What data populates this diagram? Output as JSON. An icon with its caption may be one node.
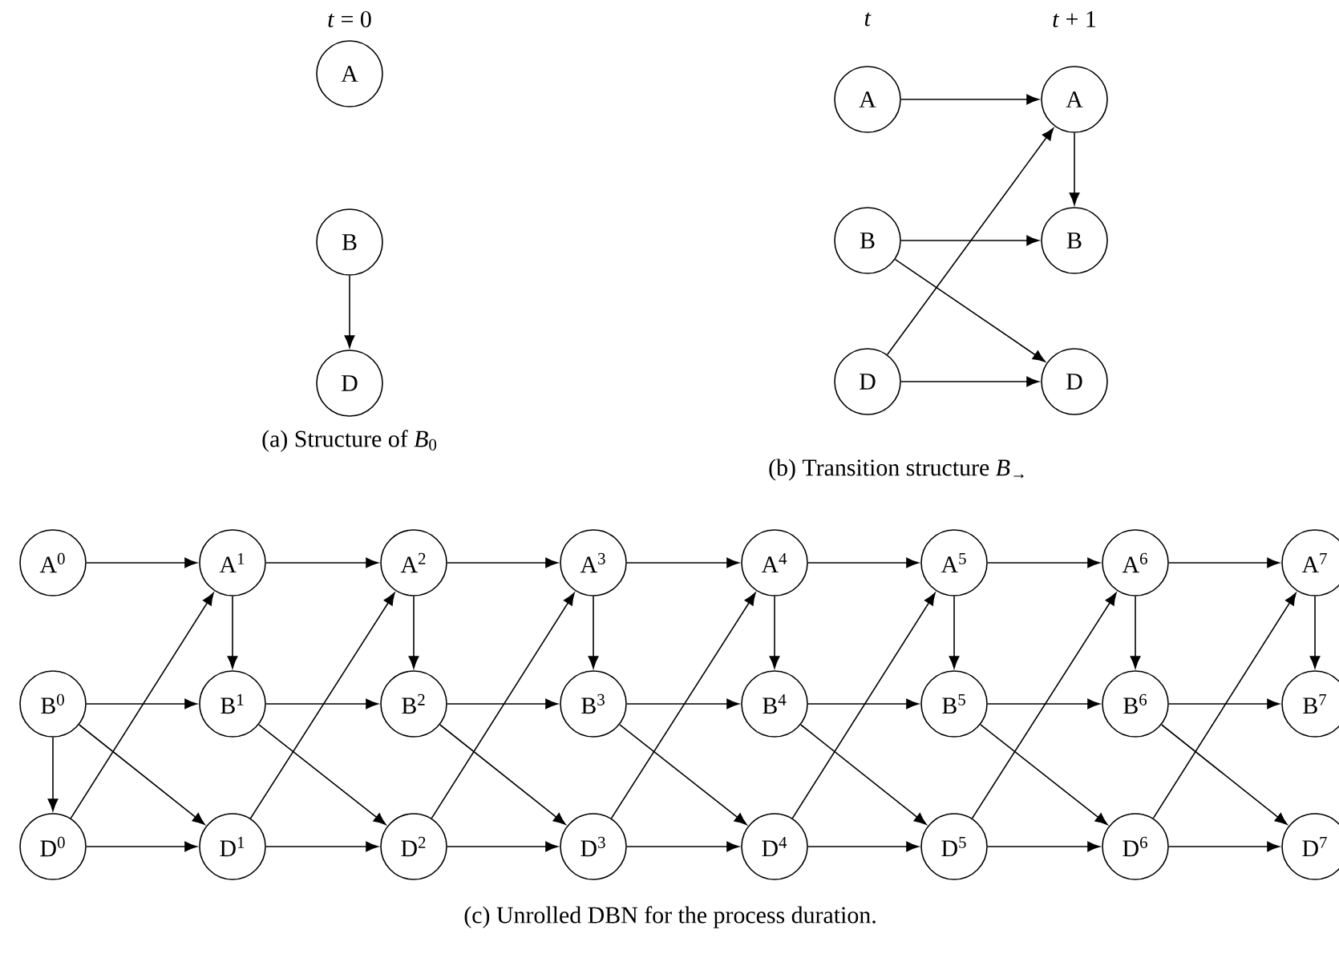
{
  "diagram": {
    "nodes": [
      {
        "text": [
          "A"
        ]
      },
      {
        "text": [
          "B"
        ]
      },
      {
        "text": [
          "D"
        ]
      },
      {
        "text": [
          "A"
        ]
      },
      {
        "text": [
          "A"
        ]
      },
      {
        "text": [
          "B"
        ]
      },
      {
        "text": [
          "B"
        ]
      },
      {
        "text": [
          "D"
        ]
      },
      {
        "text": [
          "D"
        ]
      },
      {
        "text": [
          "A$^{0}$"
        ]
      },
      {
        "text": [
          "A$^{1}$"
        ]
      },
      {
        "text": [
          "A$^{2}$"
        ]
      },
      {
        "text": [
          "A$^{3}$"
        ]
      },
      {
        "text": [
          "A$^{4}$"
        ]
      },
      {
        "text": [
          "A$^{5}$"
        ]
      },
      {
        "text": [
          "A$^{6}$"
        ]
      },
      {
        "text": [
          "A$^{7}$"
        ]
      },
      {
        "text": [
          "B$^{0}$"
        ]
      },
      {
        "text": [
          "B$^{1}$"
        ]
      },
      {
        "text": [
          "B$^{2}$"
        ]
      },
      {
        "text": [
          "B$^{3}$"
        ]
      },
      {
        "text": [
          "B$^{4}$"
        ]
      },
      {
        "text": [
          "B$^{5}$"
        ]
      },
      {
        "text": [
          "B$^{6}$"
        ]
      },
      {
        "text": [
          "B$^{7}$"
        ]
      },
      {
        "text": [
          "D$^{0}$"
        ]
      },
      {
        "text": [
          "D$^{1}$"
        ]
      },
      {
        "text": [
          "D$^{2}$"
        ]
      },
      {
        "text": [
          "D$^{3}$"
        ]
      },
      {
        "text": [
          "D$^{4}$"
        ]
      },
      {
        "text": [
          "D$^{5}$"
        ]
      },
      {
        "text": [
          "D$^{6}$"
        ]
      },
      {
        "text": [
          "D$^{7}$"
        ]
      }
    ],
    "edges": [
      {
        "from": 1,
        "to": 2,
        "arrow": "to"
      },
      {
        "from": 3,
        "to": 4,
        "arrow": "to"
      },
      {
        "from": 4,
        "to": 6,
        "arrow": "to"
      },
      {
        "from": 5,
        "to": 6,
        "arrow": "to"
      },
      {
        "from": 5,
        "to": 8,
        "arrow": "to"
      },
      {
        "from": 7,
        "to": 4,
        "arrow": "to"
      },
      {
        "from": 7,
        "to": 8,
        "arrow": "to"
      },
      {
        "from": 9,
        "to": 10,
        "arrow": "to"
      },
      {
        "from": 10,
        "to": 11,
        "arrow": "to"
      },
      {
        "from": 11,
        "to": 12,
        "arrow": "to"
      },
      {
        "from": 12,
        "to": 13,
        "arrow": "to"
      },
      {
        "from": 13,
        "to": 14,
        "arrow": "to"
      },
      {
        "from": 14,
        "to": 15,
        "arrow": "to"
      },
      {
        "from": 15,
        "to": 16,
        "arrow": "to"
      },
      {
        "from": 10,
        "to": 18,
        "arrow": "to"
      },
      {
        "from": 11,
        "to": 19,
        "arrow": "to"
      },
      {
        "from": 12,
        "to": 20,
        "arrow": "to"
      },
      {
        "from": 13,
        "to": 21,
        "arrow": "to"
      },
      {
        "from": 14,
        "to": 22,
        "arrow": "to"
      },
      {
        "from": 15,
        "to": 23,
        "arrow": "to"
      },
      {
        "from": 16,
        "to": 24,
        "arrow": "to"
      },
      {
        "from": 17,
        "to": 18,
        "arrow": "to"
      },
      {
        "from": 18,
        "to": 19,
        "arrow": "to"
      },
      {
        "from": 19,
        "to": 20,
        "arrow": "to"
      },
      {
        "from": 20,
        "to": 21,
        "arrow": "to"
      },
      {
        "from": 21,
        "to": 22,
        "arrow": "to"
      },
      {
        "from": 22,
        "to": 23,
        "arrow": "to"
      },
      {
        "from": 23,
        "to": 24,
        "arrow": "to"
      },
      {
        "from": 17,
        "to": 25,
        "arrow": "to"
      },
      {
        "from": 17,
        "to": 26,
        "arrow": "to"
      },
      {
        "from": 18,
        "to": 27,
        "arrow": "to"
      },
      {
        "from": 19,
        "to": 28,
        "arrow": "to"
      },
      {
        "from": 20,
        "to": 29,
        "arrow": "to"
      },
      {
        "from": 21,
        "to": 30,
        "arrow": "to"
      },
      {
        "from": 22,
        "to": 31,
        "arrow": "to"
      },
      {
        "from": 23,
        "to": 32,
        "arrow": "to"
      },
      {
        "from": 25,
        "to": 10,
        "arrow": "to"
      },
      {
        "from": 26,
        "to": 11,
        "arrow": "to"
      },
      {
        "from": 27,
        "to": 12,
        "arrow": "to"
      },
      {
        "from": 28,
        "to": 13,
        "arrow": "to"
      },
      {
        "from": 29,
        "to": 14,
        "arrow": "to"
      },
      {
        "from": 30,
        "to": 15,
        "arrow": "to"
      },
      {
        "from": 31,
        "to": 16,
        "arrow": "to"
      },
      {
        "from": 25,
        "to": 26,
        "arrow": "to"
      },
      {
        "from": 26,
        "to": 27,
        "arrow": "to"
      },
      {
        "from": 27,
        "to": 28,
        "arrow": "to"
      },
      {
        "from": 28,
        "to": 29,
        "arrow": "to"
      },
      {
        "from": 29,
        "to": 30,
        "arrow": "to"
      },
      {
        "from": 30,
        "to": 31,
        "arrow": "to"
      },
      {
        "from": 31,
        "to": 32,
        "arrow": "to"
      }
    ],
    "labels": [
      "*t* = 0",
      "*t*",
      "*t* + 1",
      "(a) Structure of *B*$_{0}$",
      "(b) Transition structure *B*$_{→}$",
      "(c) Unrolled DBN for the process duration."
    ]
  }
}
